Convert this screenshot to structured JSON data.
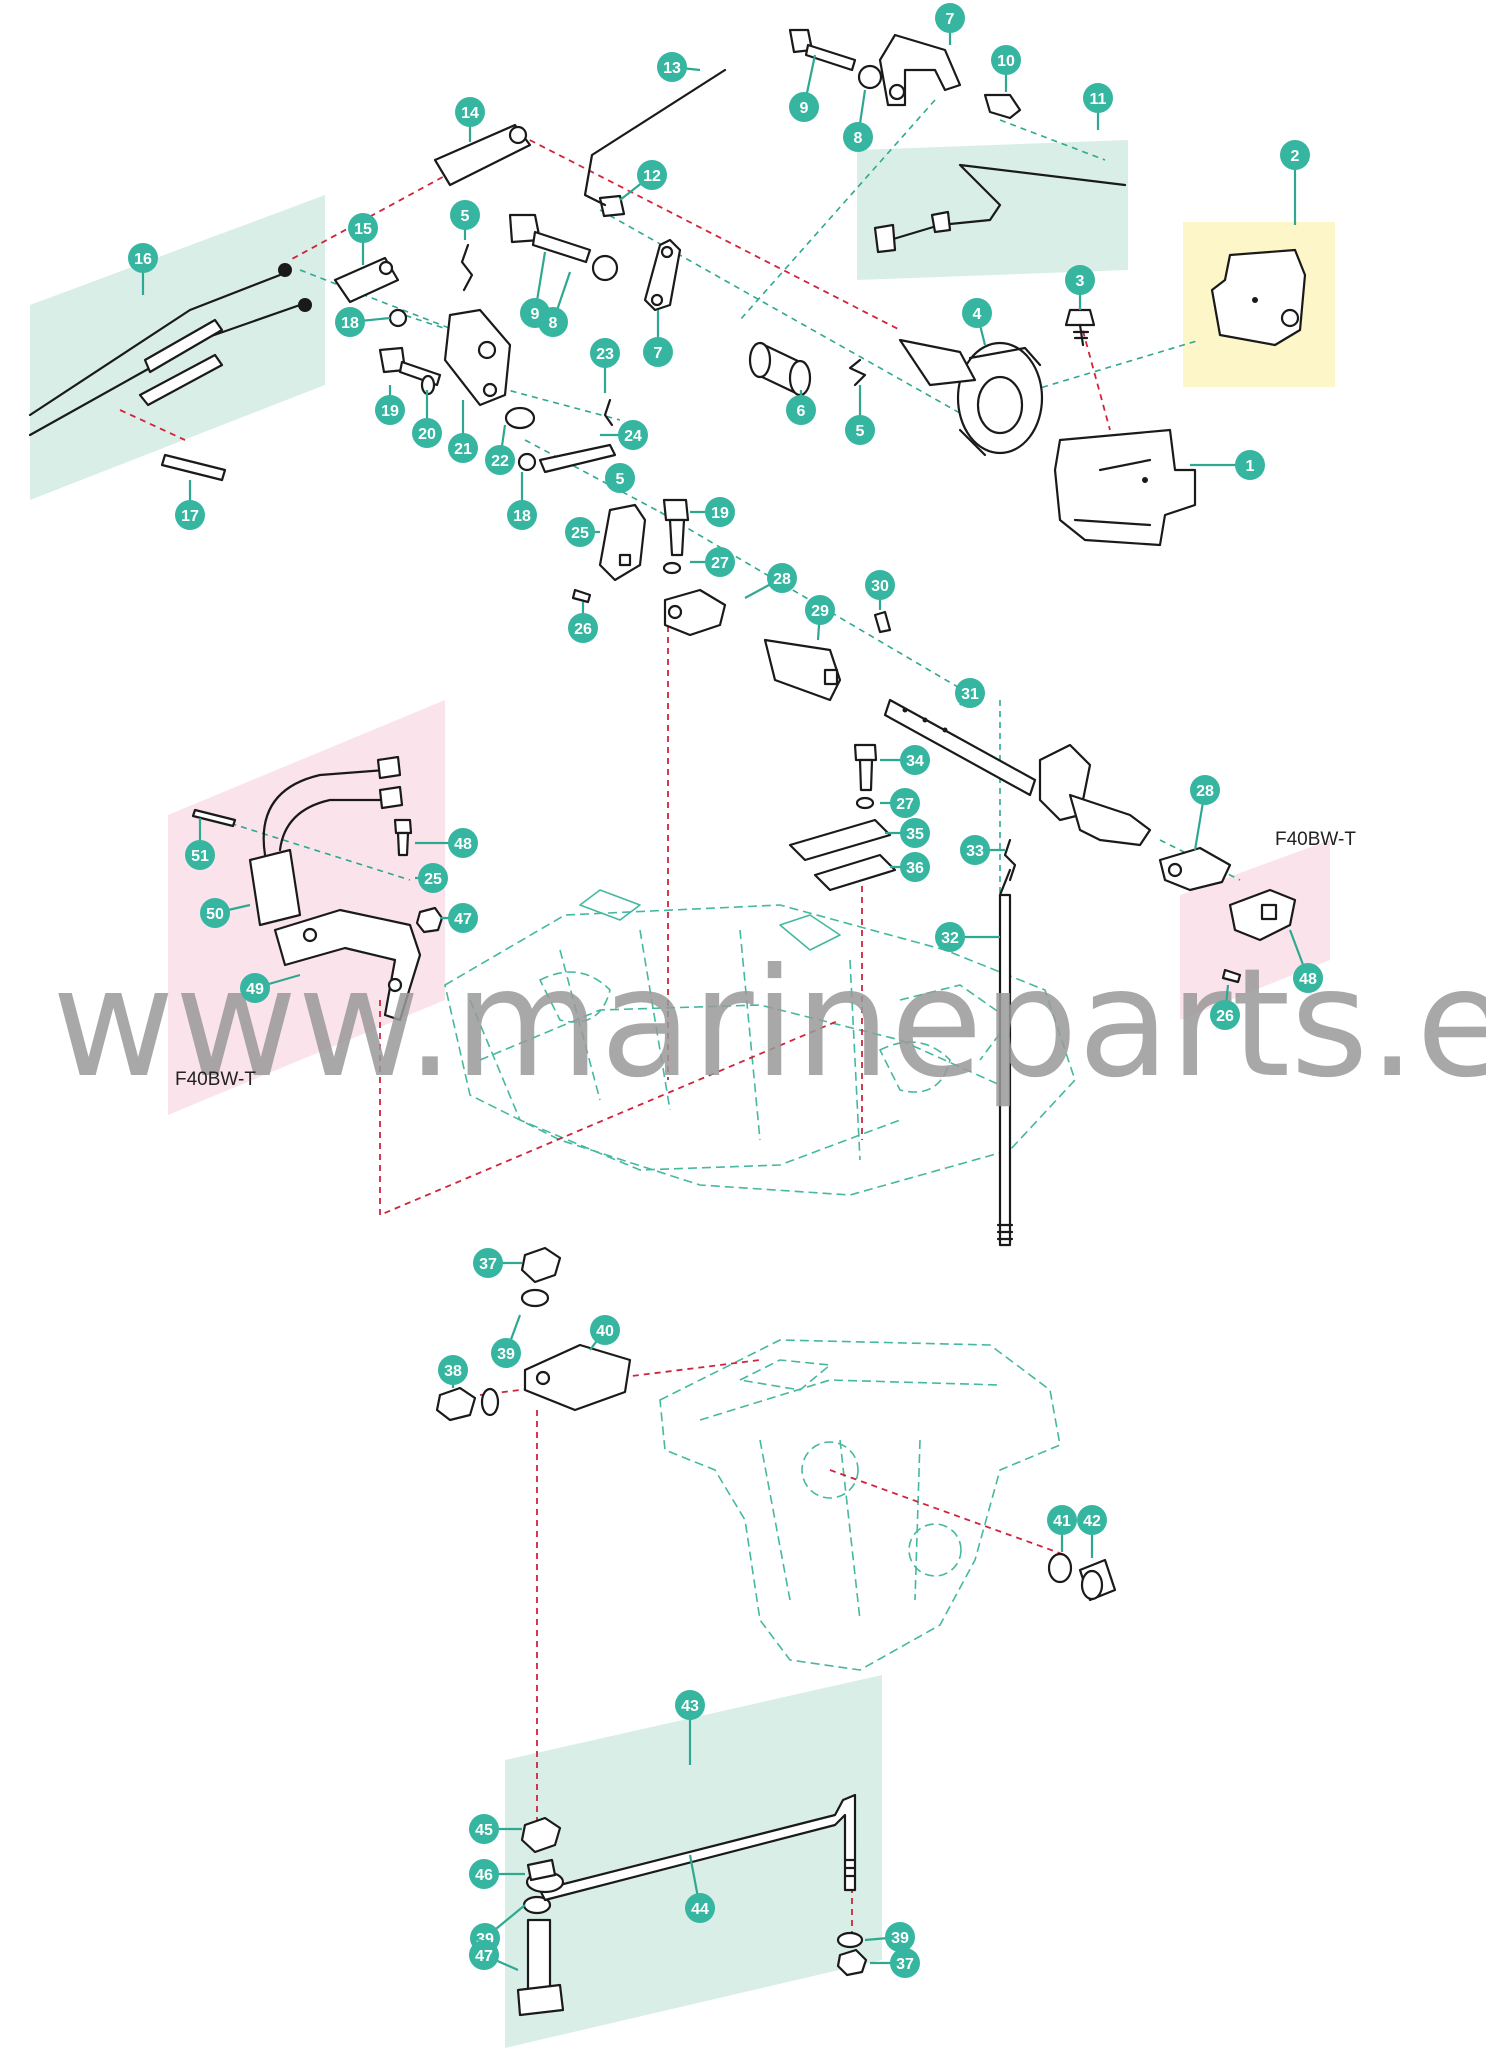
{
  "watermark": "www.marineparts.eu",
  "variant_labels": [
    "F40BW-T",
    "F40BW-T"
  ],
  "colors": {
    "callout": "#36b5a0",
    "assembly_reference_line": "#d0243b",
    "hidden_outline": "#45b8a0",
    "highlight_green": "#d9eee6",
    "highlight_pink": "#fbe3ec",
    "highlight_yellow": "#fcf6c8"
  },
  "callouts": [
    {
      "label": "1"
    },
    {
      "label": "2"
    },
    {
      "label": "3"
    },
    {
      "label": "4"
    },
    {
      "label": "5"
    },
    {
      "label": "5"
    },
    {
      "label": "5"
    },
    {
      "label": "6"
    },
    {
      "label": "7"
    },
    {
      "label": "7"
    },
    {
      "label": "8"
    },
    {
      "label": "8"
    },
    {
      "label": "9"
    },
    {
      "label": "9"
    },
    {
      "label": "10"
    },
    {
      "label": "11"
    },
    {
      "label": "12"
    },
    {
      "label": "13"
    },
    {
      "label": "14"
    },
    {
      "label": "15"
    },
    {
      "label": "16"
    },
    {
      "label": "17"
    },
    {
      "label": "18"
    },
    {
      "label": "18"
    },
    {
      "label": "19"
    },
    {
      "label": "19"
    },
    {
      "label": "20"
    },
    {
      "label": "21"
    },
    {
      "label": "22"
    },
    {
      "label": "23"
    },
    {
      "label": "24"
    },
    {
      "label": "25"
    },
    {
      "label": "25"
    },
    {
      "label": "26"
    },
    {
      "label": "26"
    },
    {
      "label": "27"
    },
    {
      "label": "27"
    },
    {
      "label": "28"
    },
    {
      "label": "28"
    },
    {
      "label": "29"
    },
    {
      "label": "30"
    },
    {
      "label": "31"
    },
    {
      "label": "32"
    },
    {
      "label": "33"
    },
    {
      "label": "34"
    },
    {
      "label": "35"
    },
    {
      "label": "36"
    },
    {
      "label": "37"
    },
    {
      "label": "37"
    },
    {
      "label": "38"
    },
    {
      "label": "39"
    },
    {
      "label": "39"
    },
    {
      "label": "39"
    },
    {
      "label": "40"
    },
    {
      "label": "41"
    },
    {
      "label": "42"
    },
    {
      "label": "43"
    },
    {
      "label": "44"
    },
    {
      "label": "45"
    },
    {
      "label": "46"
    },
    {
      "label": "47"
    },
    {
      "label": "47"
    },
    {
      "label": "48"
    },
    {
      "label": "48"
    },
    {
      "label": "49"
    },
    {
      "label": "50"
    },
    {
      "label": "51"
    }
  ]
}
